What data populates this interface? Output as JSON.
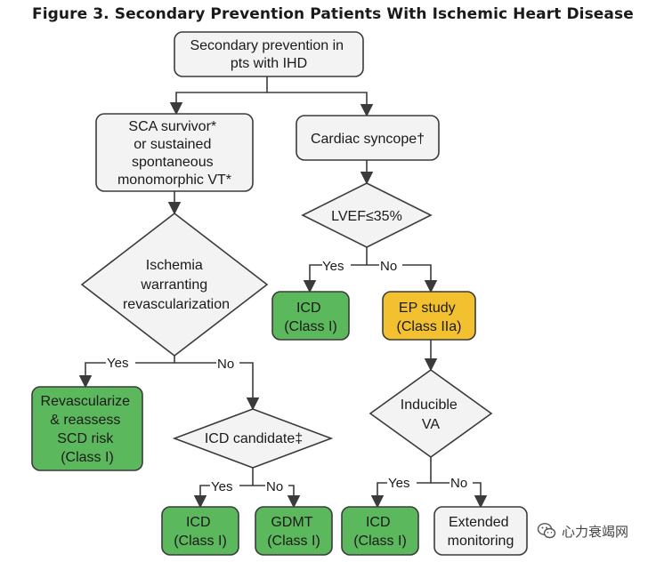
{
  "title": "Figure 3. Secondary Prevention Patients With Ischemic Heart Disease",
  "colors": {
    "white_node": "#f3f3f3",
    "green_node": "#5cb85c",
    "yellow_node": "#f3c12f",
    "stroke": "#3b3b3b"
  },
  "nodes": {
    "start": [
      "Secondary prevention in",
      "pts with IHD"
    ],
    "sca": [
      "SCA survivor*",
      "or sustained",
      "spontaneous",
      "monomorphic VT*"
    ],
    "syncope": [
      "Cardiac syncope†"
    ],
    "lvef": [
      "LVEF≤35%"
    ],
    "ischemia": [
      "Ischemia",
      "warranting",
      "revascularization"
    ],
    "icd_right": [
      "ICD",
      "(Class I)"
    ],
    "ep_study": [
      "EP study",
      "(Class IIa)"
    ],
    "revasc": [
      "Revascularize",
      "& reassess",
      "SCD risk",
      "(Class I)"
    ],
    "icd_candidate": [
      "ICD candidate‡"
    ],
    "inducible": [
      "Inducible",
      "VA"
    ],
    "icd_left": [
      "ICD",
      "(Class I)"
    ],
    "gdmt": [
      "GDMT",
      "(Class I)"
    ],
    "icd_bottom": [
      "ICD",
      "(Class I)"
    ],
    "extended": [
      "Extended",
      "monitoring"
    ]
  },
  "labels": {
    "yes": "Yes",
    "no": "No"
  },
  "watermark": {
    "text": "心力衰竭网",
    "icon": "wechat-logo-icon"
  }
}
